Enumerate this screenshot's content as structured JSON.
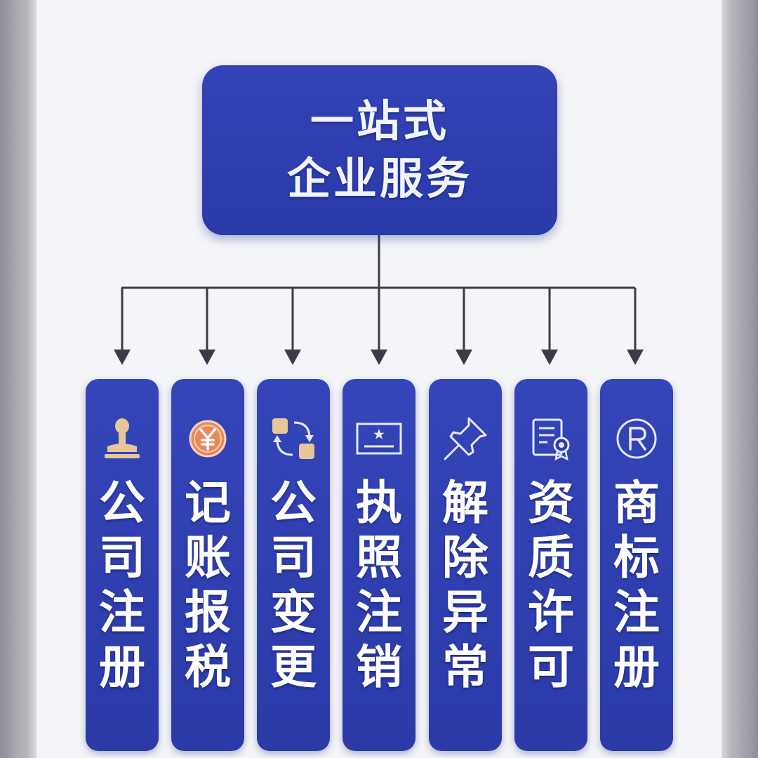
{
  "diagram": {
    "title_line1": "一站式",
    "title_line2": "企业服务",
    "services": [
      {
        "label": "公司注册",
        "icon": "stamp-icon"
      },
      {
        "label": "记账报税",
        "icon": "yen-coin-icon"
      },
      {
        "label": "公司变更",
        "icon": "swap-arrows-icon"
      },
      {
        "label": "执照注销",
        "icon": "license-frame-icon"
      },
      {
        "label": "解除异常",
        "icon": "pushpin-icon"
      },
      {
        "label": "资质许可",
        "icon": "certificate-icon"
      },
      {
        "label": "商标注册",
        "icon": "registered-mark-icon"
      }
    ]
  },
  "colors": {
    "box_blue": "#2f3fb0",
    "line": "#3a3a48",
    "accent_orange": "#e8895a",
    "icon_tan": "#e7c79a"
  }
}
